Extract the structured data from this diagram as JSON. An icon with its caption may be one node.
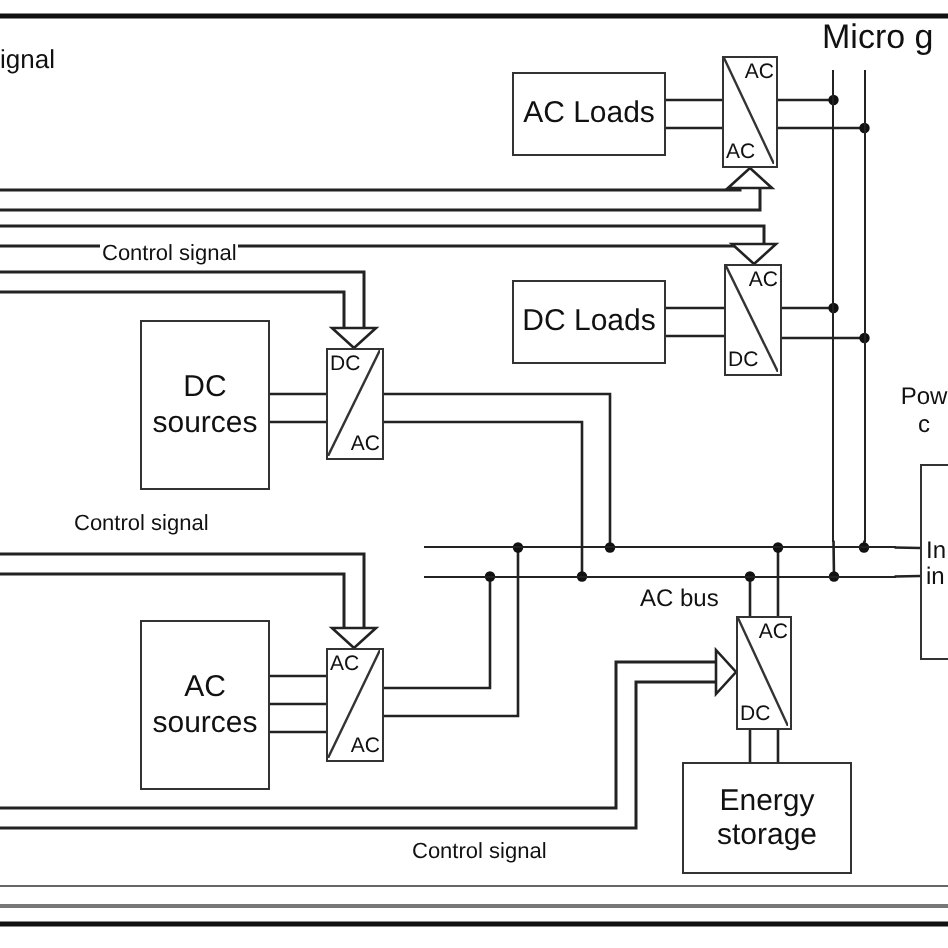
{
  "diagram": {
    "nodes": [
      {
        "text": [
          "AC Loads"
        ]
      },
      {
        "text": [
          "AC",
          "AC"
        ]
      },
      {
        "text": [],
        "shape": "bar"
      },
      {
        "text": [
          "DC Loads"
        ]
      },
      {
        "text": [
          "AC",
          "DC"
        ]
      },
      {
        "text": [
          "Pow c",
          "In in"
        ]
      },
      {
        "text": [
          "DC sources"
        ]
      },
      {
        "text": [
          "DC",
          "AC"
        ]
      },
      {
        "text": [],
        "shape": "bar",
        "beside": [
          "AC bus"
        ]
      },
      {
        "text": [
          "AC sources"
        ]
      },
      {
        "text": [
          "AC",
          "AC"
        ]
      },
      {
        "text": [
          "AC",
          "DC"
        ]
      },
      {
        "text": [
          "Energy storage"
        ]
      }
    ],
    "edges": [
      {
        "from": 0,
        "to": 1,
        "arrow": "none"
      },
      {
        "from": 1,
        "to": 2,
        "arrow": "none"
      },
      {
        "from": 3,
        "to": 4,
        "arrow": "none"
      },
      {
        "from": 4,
        "to": 2,
        "arrow": "none"
      },
      {
        "from": 6,
        "to": 7,
        "arrow": "none"
      },
      {
        "from": 7,
        "to": 8,
        "arrow": "none"
      },
      {
        "from": 9,
        "to": 10,
        "arrow": "none"
      },
      {
        "from": 10,
        "to": 8,
        "arrow": "none"
      },
      {
        "from": 10,
        "to": 8,
        "arrow": "none"
      },
      {
        "from": 8,
        "to": 11,
        "arrow": "none"
      },
      {
        "from": 8,
        "to": 11,
        "arrow": "none"
      },
      {
        "from": 11,
        "to": 12,
        "arrow": "none"
      },
      {
        "from": 2,
        "to": 8,
        "arrow": "none"
      },
      {
        "from": 8,
        "to": 5,
        "arrow": "none"
      },
      {
        "from": null,
        "to": 1,
        "arrow": "to",
        "style": "thick"
      },
      {
        "from": null,
        "to": 4,
        "arrow": "to",
        "style": "thick"
      },
      {
        "from": null,
        "to": 7,
        "arrow": "to",
        "style": "thick",
        "label": "Control signal"
      },
      {
        "from": null,
        "to": 10,
        "arrow": "to",
        "style": "thick",
        "label": "Control signal"
      },
      {
        "from": null,
        "to": 11,
        "arrow": "to",
        "style": "thick",
        "label": "Control signal"
      }
    ],
    "labels": [
      "ignal",
      "Micro g"
    ]
  }
}
